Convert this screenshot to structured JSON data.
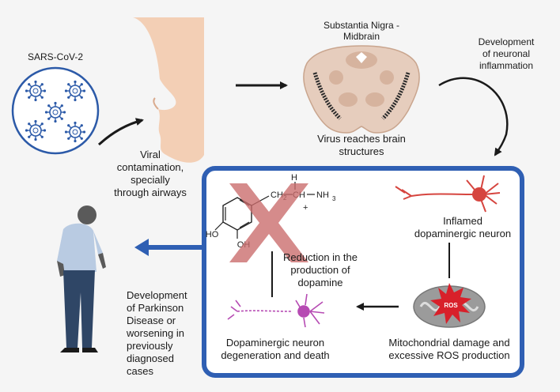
{
  "colors": {
    "background": "#f5f5f5",
    "frame": "#2f5fb3",
    "virus": "#2c5aa8",
    "cross": "#c96a6a",
    "neuron_inflamed": "#d6453f",
    "neuron_degenerating": "#b64bb3",
    "mito_ros": "#d8202a",
    "brain": "#e6cdbd",
    "nigra": "#2a2a2a",
    "skin": "#f3cfb5",
    "person_shirt": "#b9cbe2",
    "person_pants": "#2f4666",
    "person_skin": "#5a5a5a"
  },
  "labels": {
    "virus": "SARS-CoV-2",
    "nigra_line1": "Substantia Nigra -",
    "nigra_line2": "Midbrain",
    "inflammation_line1": "Development",
    "inflammation_line2": "of neuronal",
    "inflammation_line3": "inflammation",
    "viral_line1": "Viral",
    "viral_line2": "contamination,",
    "viral_line3": "specially",
    "viral_line4": "through airways",
    "brain_line1": "Virus reaches brain",
    "brain_line2": "structures",
    "inflamed_line1": "Inflamed",
    "inflamed_line2": "dopaminergic neuron",
    "reduction_line1": "Reduction in the",
    "reduction_line2": "production of",
    "reduction_line3": "dopamine",
    "mito_line1": "Mitochondrial damage and",
    "mito_line2": "excessive ROS production",
    "degen_line1": "Dopaminergic neuron",
    "degen_line2": "degeneration and death",
    "pd_line1": "Development",
    "pd_line2": "of Parkinson",
    "pd_line3": "Disease or",
    "pd_line4": "worsening in",
    "pd_line5": "previously",
    "pd_line6": "diagnosed",
    "pd_line7": "cases",
    "ros": "ROS"
  },
  "chem": {
    "ho1": "HO",
    "oh": "OH",
    "h": "H",
    "nh": "NH",
    "nh_sub": "3",
    "ch": "CH",
    "ch_sub": "2",
    "plus": "+"
  },
  "icons": {
    "virus": "virus-icon",
    "nose": "nose-icon",
    "midbrain": "midbrain-section-icon",
    "neuron": "neuron-icon",
    "mitochondrion": "mitochondrion-icon",
    "person": "elderly-person-icon",
    "cross": "cross-icon"
  }
}
